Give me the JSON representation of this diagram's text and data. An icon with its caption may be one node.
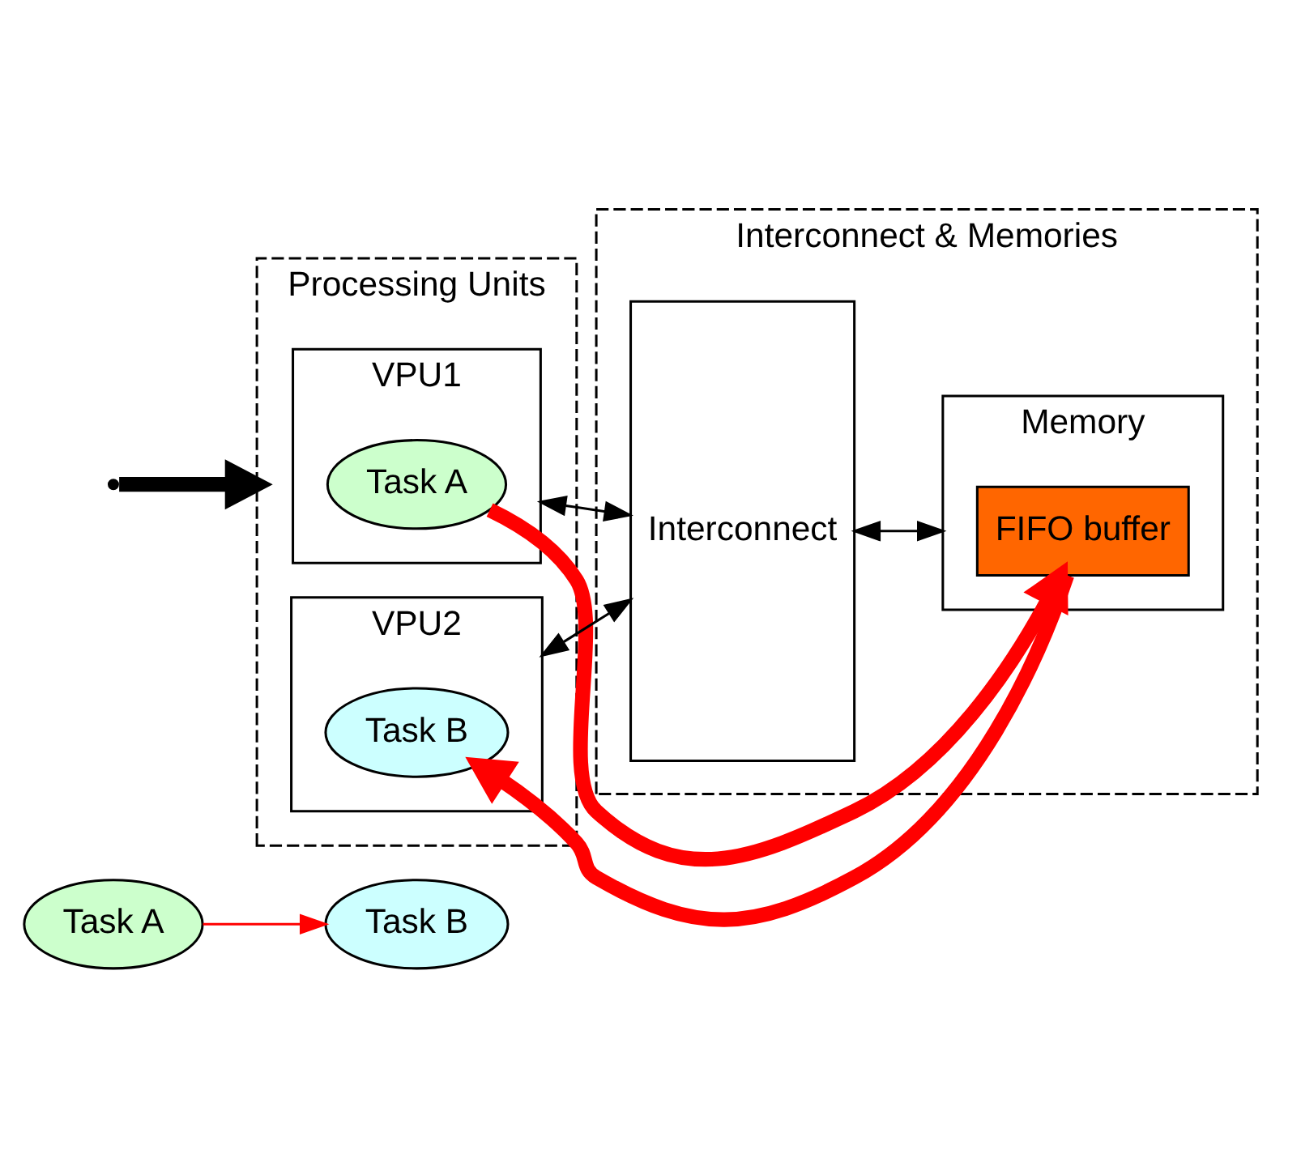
{
  "diagram": {
    "nodes": [
      {
        "text": [
          "Task A"
        ]
      },
      {
        "text": [
          "Task B"
        ]
      },
      {
        "text": [
          "Processing Units"
        ]
      },
      {
        "text": [
          "VPU1"
        ],
        "in": 2
      },
      {
        "text": [
          "Task A"
        ],
        "in": 3
      },
      {
        "text": [
          "VPU2"
        ],
        "in": 2
      },
      {
        "text": [
          "Task B"
        ],
        "in": 5
      },
      {
        "text": [
          "Interconnect & Memories"
        ]
      },
      {
        "text": [
          "Interconnect"
        ],
        "in": 7
      },
      {
        "text": [
          "Memory"
        ],
        "in": 7
      },
      {
        "text": [
          "FIFO buffer"
        ],
        "in": 9
      }
    ],
    "edges": [
      {
        "from": 0,
        "to": 1,
        "arrow": "to",
        "color": "#ff0000"
      },
      {
        "from": null,
        "to": 2,
        "arrow": "to",
        "style": "thick"
      },
      {
        "from": 3,
        "to": 8,
        "arrow": "both"
      },
      {
        "from": 5,
        "to": 8,
        "arrow": "both"
      },
      {
        "from": 8,
        "to": 9,
        "arrow": "both"
      },
      {
        "from": 4,
        "to": 10,
        "arrow": "to",
        "style": "thick",
        "color": "#ff0000"
      },
      {
        "from": 10,
        "to": 6,
        "arrow": "to",
        "style": "thick",
        "color": "#ff0000"
      }
    ]
  }
}
